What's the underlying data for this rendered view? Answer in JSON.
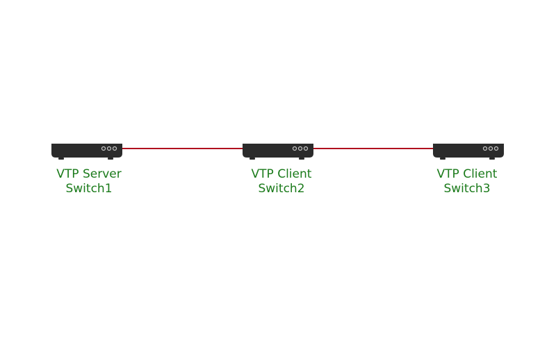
{
  "diagram": {
    "label_color": "#1a7a1a",
    "link_color": "#b0101e",
    "device_color": "#2b2b2b",
    "nodes": [
      {
        "id": "switch1",
        "role": "VTP Server",
        "name": "Switch1",
        "icon": "switch-icon"
      },
      {
        "id": "switch2",
        "role": "VTP Client",
        "name": "Switch2",
        "icon": "switch-icon"
      },
      {
        "id": "switch3",
        "role": "VTP Client",
        "name": "Switch3",
        "icon": "switch-icon"
      }
    ],
    "links": [
      {
        "from": "switch1",
        "to": "switch2"
      },
      {
        "from": "switch2",
        "to": "switch3"
      }
    ]
  }
}
